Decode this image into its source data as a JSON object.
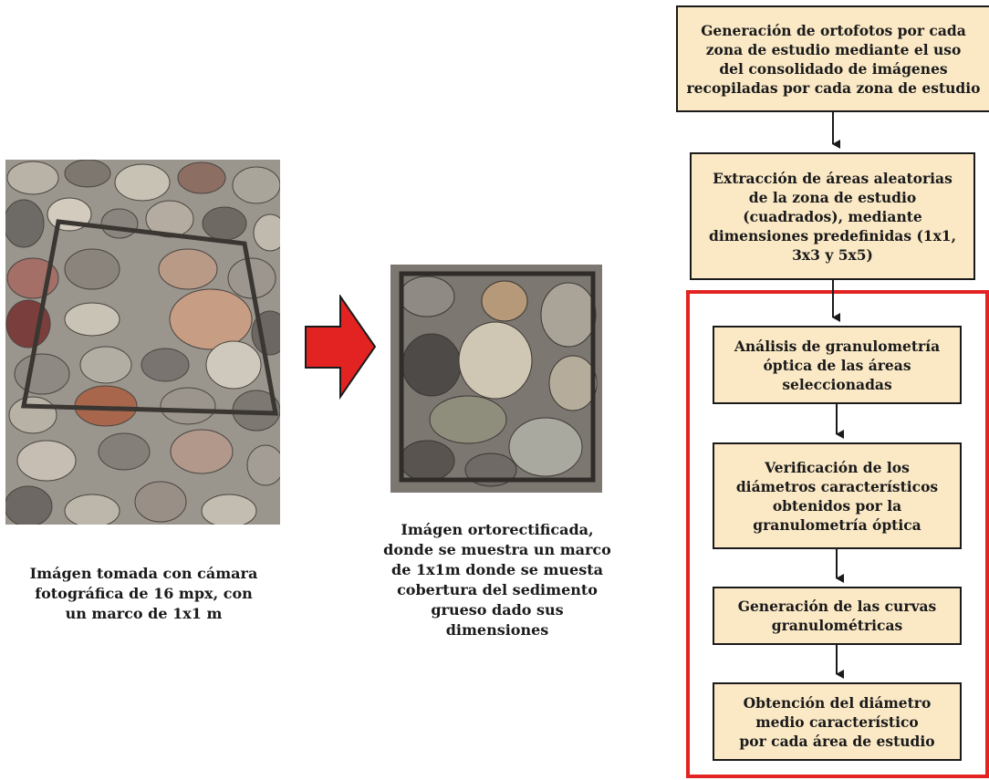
{
  "flow_steps": [
    {
      "id": "step1",
      "text": "Generación de ortofotos por cada\nzona de estudio mediante el uso\ndel consolidado de imágenes\nrecopiladas por cada zona de estudio"
    },
    {
      "id": "step2",
      "text": "Extracción de áreas aleatorias\nde la zona de estudio\n(cuadrados), mediante\ndimensiones predefinidas (1x1,\n3x3 y 5x5)"
    },
    {
      "id": "step3",
      "text": "Análisis de granulometría\nóptica de las áreas\nseleccionadas"
    },
    {
      "id": "step4",
      "text": "Verificación de los\ndiámetros característicos\nobtenidos por la\ngranulometría óptica"
    },
    {
      "id": "step5",
      "text": "Generación de las curvas\ngranulométricas"
    },
    {
      "id": "step6",
      "text": "Obtención del diámetro\nmedio característico\npor cada área de estudio"
    }
  ],
  "captions": {
    "photo1": "Imágen tomada con cámara\nfotográfica de 16 mpx, con\nun marco de 1x1 m",
    "photo2": "Imágen ortorectificada,\ndonde se muestra un marco\nde 1x1m donde se muesta\ncobertura del sedimento\ngrueso dado sus\ndimensiones"
  },
  "colors": {
    "box_fill": "#fbe9c6",
    "highlight_frame": "#e32222",
    "transfer_arrow": "#e32222"
  }
}
